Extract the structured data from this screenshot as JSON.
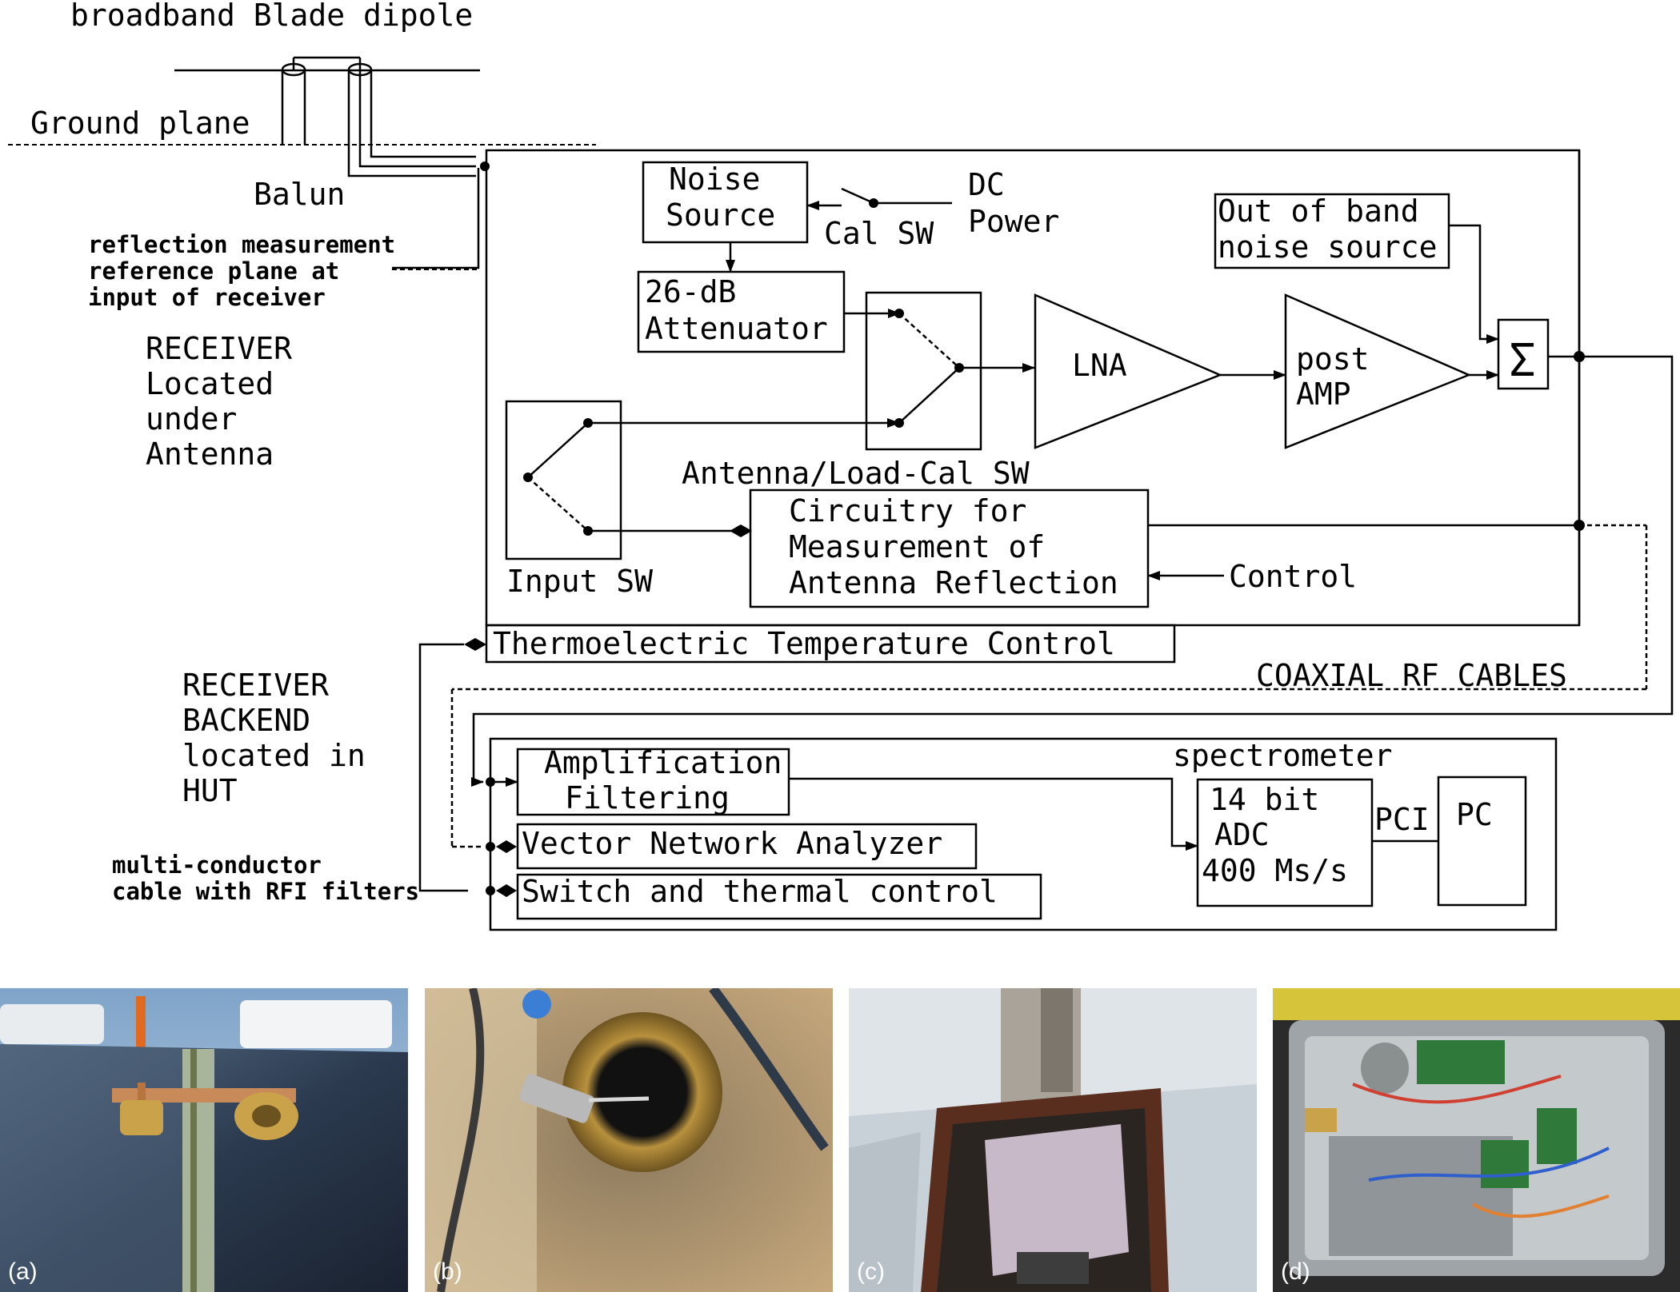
{
  "diagram": {
    "antenna_title": "broadband Blade dipole",
    "ground_plane": "Ground plane",
    "balun": "Balun",
    "ref_plane": [
      "reflection measurement",
      "reference plane at",
      "input of receiver"
    ],
    "receiver": [
      "RECEIVER",
      "Located",
      "under",
      "Antenna"
    ],
    "noise_source": [
      "Noise",
      "Source"
    ],
    "cal_sw": "Cal SW",
    "dc_power": [
      "DC",
      "Power"
    ],
    "attenuator": [
      "26-dB",
      "Attenuator"
    ],
    "out_of_band": [
      "Out of band",
      "noise source"
    ],
    "lna": "LNA",
    "post_amp": [
      "post",
      "AMP"
    ],
    "sum_symbol": "Σ",
    "antenna_load_cal_sw": "Antenna/Load-Cal SW",
    "input_sw": "Input SW",
    "circuitry": [
      "Circuitry for",
      "Measurement of",
      "Antenna Reflection"
    ],
    "control": "Control",
    "thermo": "Thermoelectric Temperature Control",
    "coax": "COAXIAL RF CABLES",
    "backend": [
      "RECEIVER",
      "BACKEND",
      "located in",
      "HUT"
    ],
    "multi_conductor": [
      "multi-conductor",
      "cable with RFI filters"
    ],
    "amp_filter": [
      "Amplification",
      "Filtering"
    ],
    "vna": "Vector Network Analyzer",
    "switch_thermal": "Switch and thermal control",
    "spectrometer": "spectrometer",
    "adc": [
      "14 bit",
      "ADC",
      "400 Ms/s"
    ],
    "pci": "PCI",
    "pc": "PC"
  },
  "photos": [
    {
      "label": "(a)"
    },
    {
      "label": "(b)"
    },
    {
      "label": "(c)"
    },
    {
      "label": "(d)"
    }
  ]
}
